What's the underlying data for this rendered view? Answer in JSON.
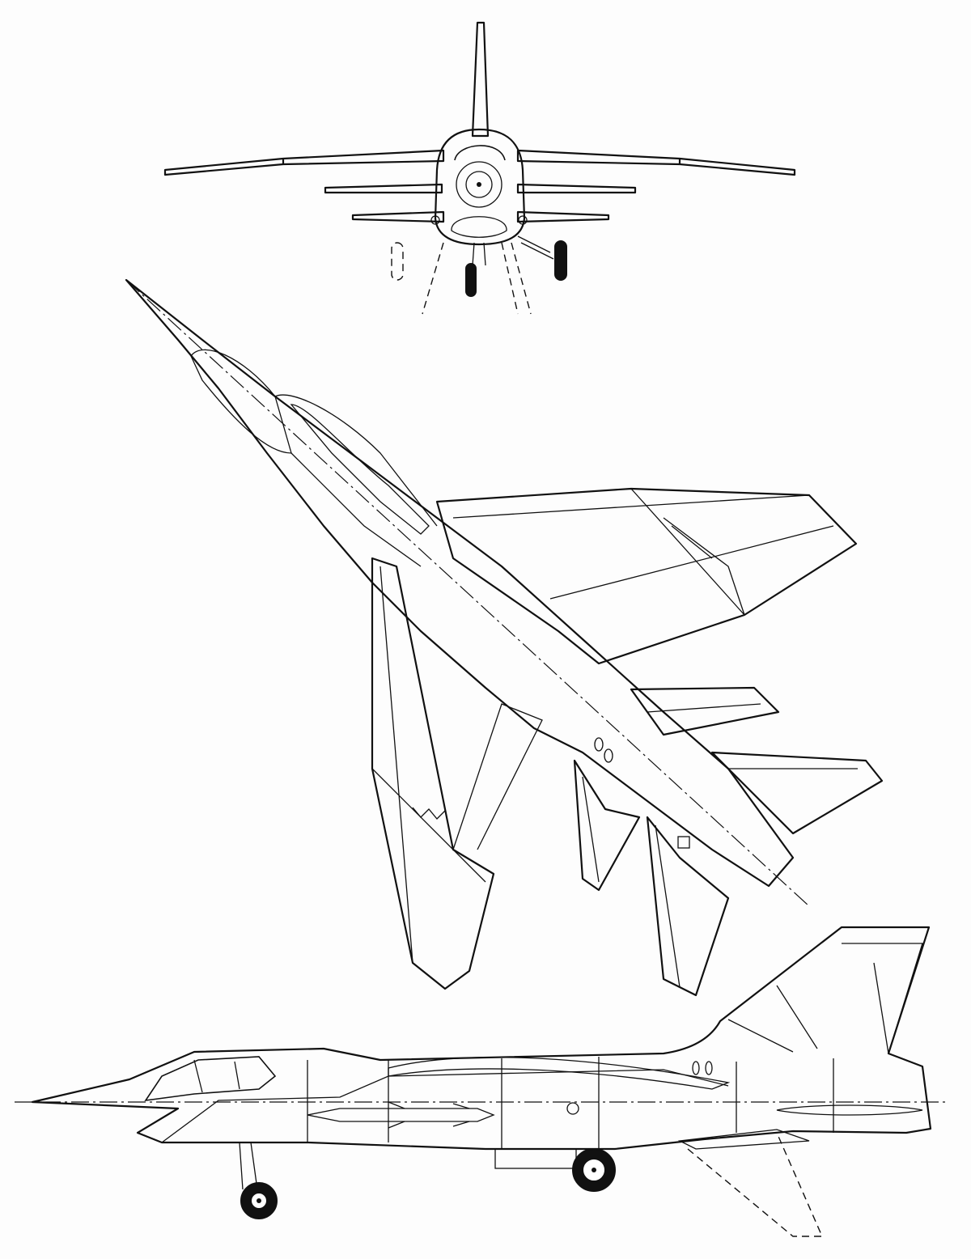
{
  "drawing": {
    "views": [
      "front-view",
      "plan-view",
      "side-view"
    ],
    "line_color": "#111111",
    "background_color": "#fdfdfd"
  }
}
